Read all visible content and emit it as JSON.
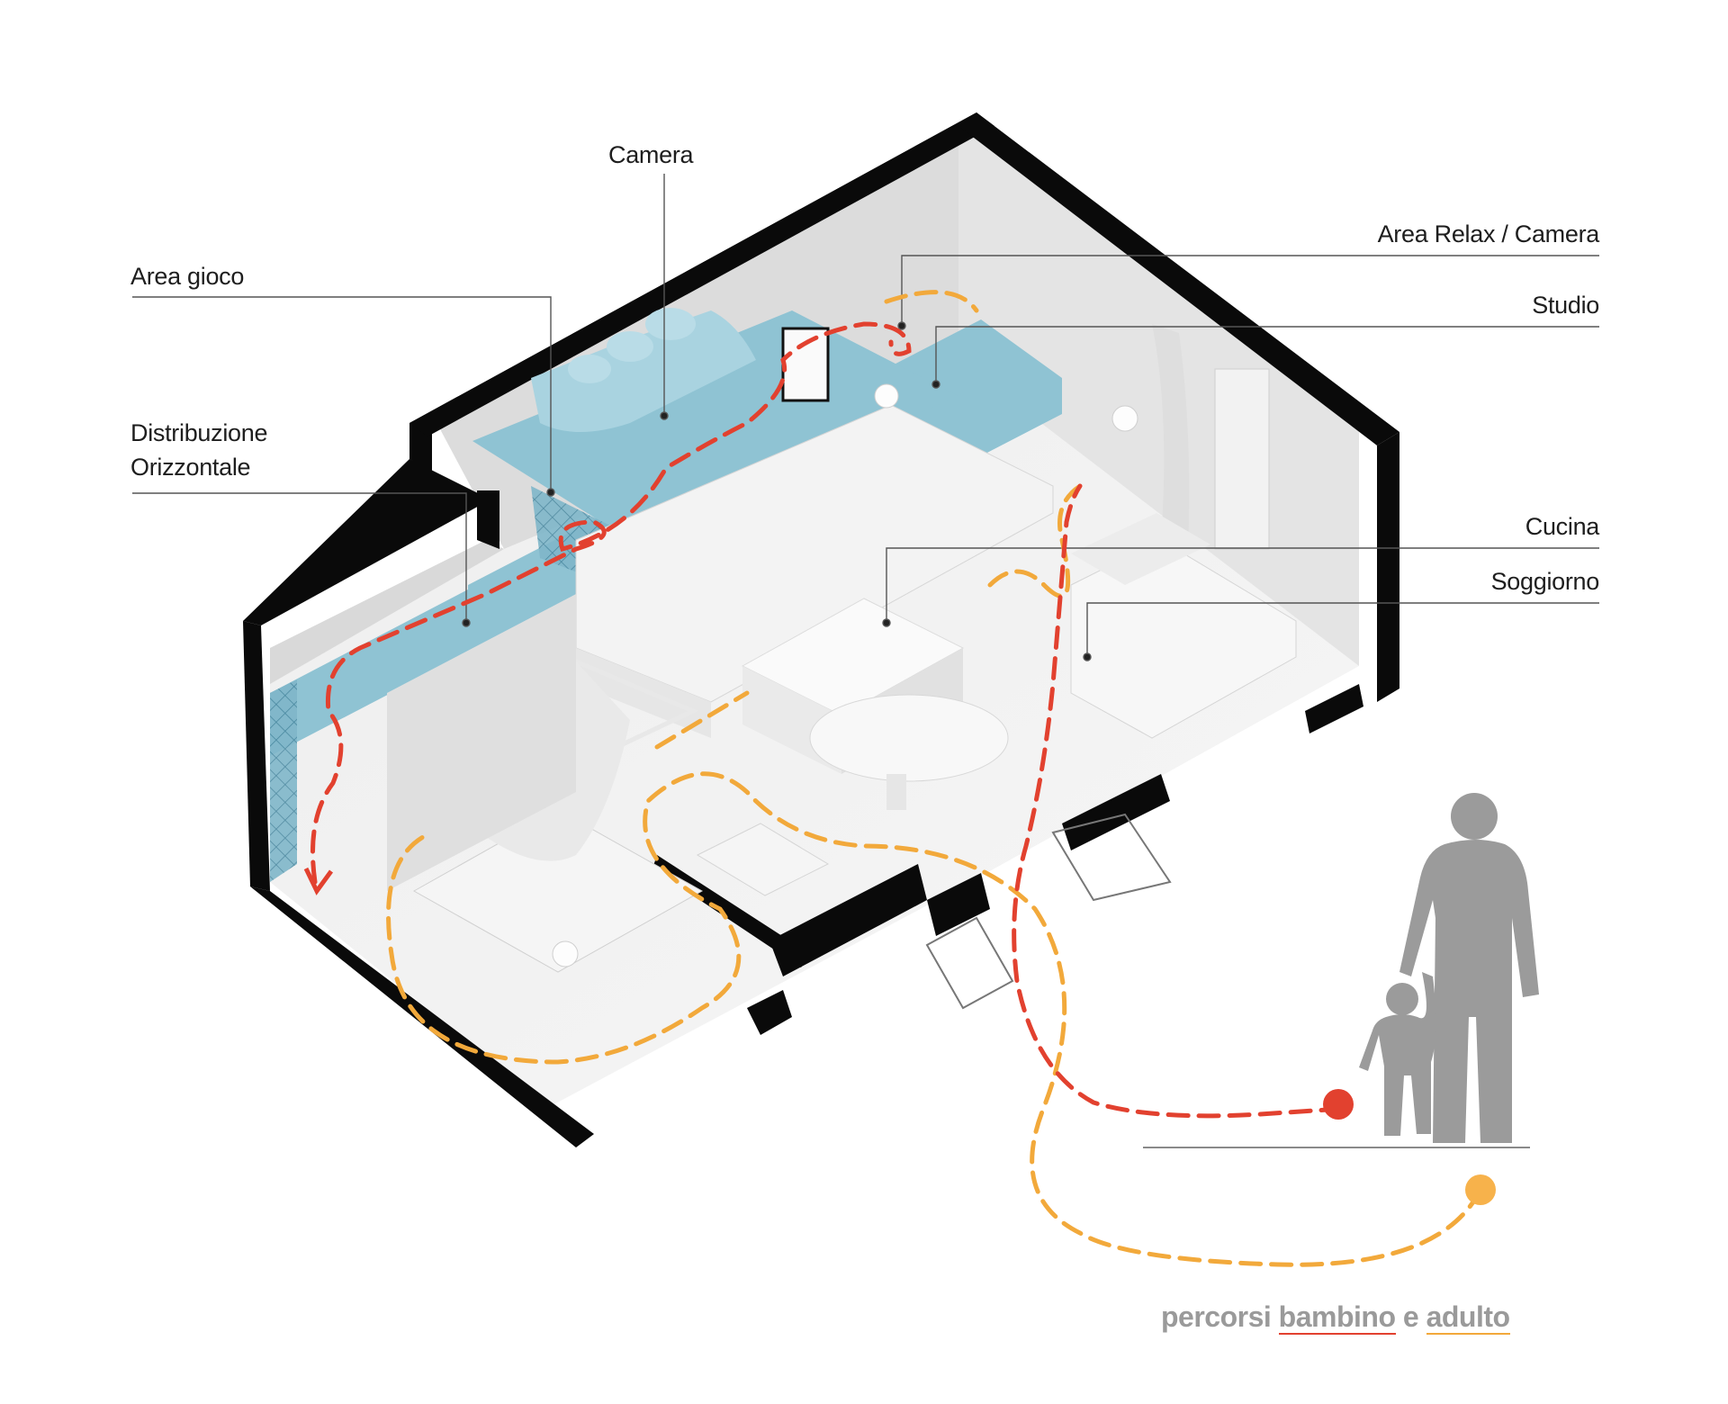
{
  "labels": {
    "camera": "Camera",
    "area_gioco": "Area gioco",
    "distribuzione_line1": "Distribuzione",
    "distribuzione_line2": "Orizzontale",
    "area_relax": "Area Relax / Camera",
    "studio": "Studio",
    "cucina": "Cucina",
    "soggiorno": "Soggiorno"
  },
  "caption": {
    "prefix": "percorsi",
    "child": "bambino",
    "conjunction": "e",
    "adult": "adulto"
  },
  "colors": {
    "child_path": "#e2412f",
    "adult_path": "#f2a93b",
    "loft_blue": "#8fc3d3",
    "wall": "#0a0a0a",
    "figure_gray": "#9b9b9b",
    "caption_gray": "#9a9a9a"
  }
}
